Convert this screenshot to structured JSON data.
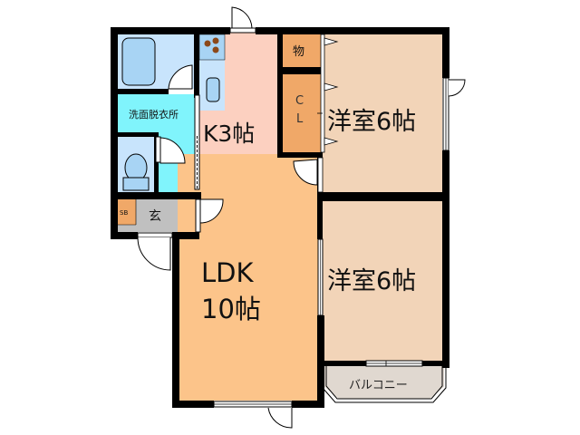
{
  "floorplan": {
    "colors": {
      "wall": "#000000",
      "ldk": "#fcc48a",
      "kitchen": "#fcd0c0",
      "western_room": "#f2d4b8",
      "storage": "#f0a868",
      "bath": "#c8e4fc",
      "washroom": "#80f4fc",
      "entrance": "#c0c0c0",
      "shoe_box": "#f0a868",
      "entry_cabinet": "#e0a860",
      "balcony": "#e0d8d0",
      "fixture": "#a8d4f4",
      "stove_burner": "#8c4818"
    },
    "rooms": {
      "ldk": {
        "name": "LDK",
        "size": "10帖"
      },
      "kitchen": {
        "label": "K3帖"
      },
      "western_room_1": {
        "label": "洋室6帖"
      },
      "western_room_2": {
        "label": "洋室6帖"
      },
      "storage": {
        "label": "物"
      },
      "closet": {
        "line1": "C",
        "line2": "L"
      },
      "washroom": {
        "label": "洗面脱衣所"
      },
      "entrance": {
        "label": "玄"
      },
      "shoe_box": {
        "label": "SB"
      },
      "balcony": {
        "label": "バルコニー"
      }
    }
  }
}
